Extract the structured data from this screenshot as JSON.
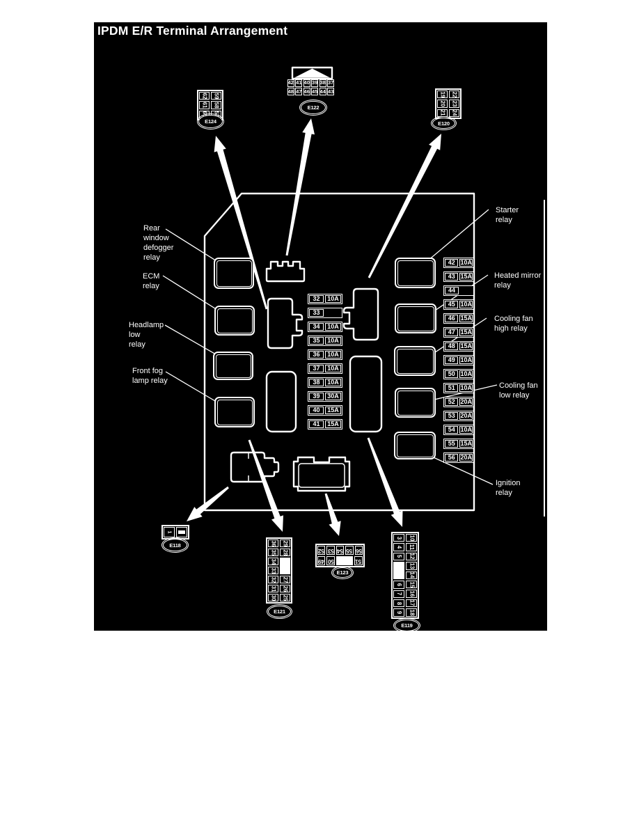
{
  "title": "IPDM E/R Terminal Arrangement",
  "colors": {
    "background": "#000000",
    "line": "#ffffff",
    "page": "#ffffff"
  },
  "relay_labels": {
    "rear_window_defogger": "Rear\nwindow\ndefogger\nrelay",
    "ecm": "ECM\nrelay",
    "headlamp_low": "Headlamp\nlow\nrelay",
    "front_fog": "Front fog\nlamp relay",
    "starter": "Starter\nrelay",
    "heated_mirror": "Heated mirror\nrelay",
    "cooling_fan_high": "Cooling fan\nhigh relay",
    "cooling_fan_low": "Cooling fan\nlow relay",
    "ignition": "Ignition\nrelay"
  },
  "connectors": {
    "e124": {
      "label": "E124",
      "col_left": [
        "62",
        "61",
        "60"
      ],
      "col_right": [
        "59",
        "58",
        "57"
      ]
    },
    "e122": {
      "label": "E122",
      "row_top": [
        "42",
        "41",
        "40",
        "39",
        "38",
        "37"
      ],
      "row_bottom": [
        "48",
        "47",
        "46",
        "45",
        "44",
        "43"
      ]
    },
    "e120": {
      "label": "E120",
      "col_left": [
        "19",
        "20",
        "21"
      ],
      "col_right": [
        "22",
        "23",
        "24"
      ]
    },
    "e118": {
      "label": "E118",
      "cells": [
        "1",
        ""
      ]
    },
    "e121": {
      "label": "E121",
      "col_left": [
        "36",
        "35",
        "34",
        "33",
        "32",
        "31",
        "30"
      ],
      "col_right": [
        "29",
        "28",
        "",
        "27",
        "26",
        "25"
      ]
    },
    "e123": {
      "label": "E123",
      "row_top": [
        "52",
        "53",
        "54",
        "55",
        "56"
      ],
      "row_bottom": [
        "49",
        "50",
        "",
        "51"
      ]
    },
    "e119": {
      "label": "E119",
      "col_left": [
        "3",
        "4",
        "5",
        "",
        "6",
        "7",
        "8",
        "9"
      ],
      "col_right": [
        "10",
        "11",
        "12",
        "13",
        "14",
        "15",
        "16",
        "17",
        "18"
      ]
    }
  },
  "fuses": {
    "center": [
      {
        "no": "32",
        "amp": "10A"
      },
      {
        "no": "33",
        "amp": ""
      },
      {
        "no": "34",
        "amp": "10A"
      },
      {
        "no": "35",
        "amp": "10A"
      },
      {
        "no": "36",
        "amp": "10A"
      },
      {
        "no": "37",
        "amp": "10A"
      },
      {
        "no": "38",
        "amp": "10A"
      },
      {
        "no": "39",
        "amp": "30A"
      },
      {
        "no": "40",
        "amp": "15A"
      },
      {
        "no": "41",
        "amp": "15A"
      }
    ],
    "right": [
      {
        "no": "42",
        "amp": "10A"
      },
      {
        "no": "43",
        "amp": "15A"
      },
      {
        "no": "44",
        "amp": ""
      },
      {
        "no": "45",
        "amp": "10A"
      },
      {
        "no": "46",
        "amp": "15A"
      },
      {
        "no": "47",
        "amp": "15A"
      },
      {
        "no": "48",
        "amp": "15A"
      },
      {
        "no": "49",
        "amp": "10A"
      },
      {
        "no": "50",
        "amp": "10A"
      },
      {
        "no": "51",
        "amp": "10A"
      },
      {
        "no": "52",
        "amp": "20A"
      },
      {
        "no": "53",
        "amp": "20A"
      },
      {
        "no": "54",
        "amp": "10A"
      },
      {
        "no": "55",
        "amp": "15A"
      },
      {
        "no": "56",
        "amp": "20A"
      }
    ]
  }
}
